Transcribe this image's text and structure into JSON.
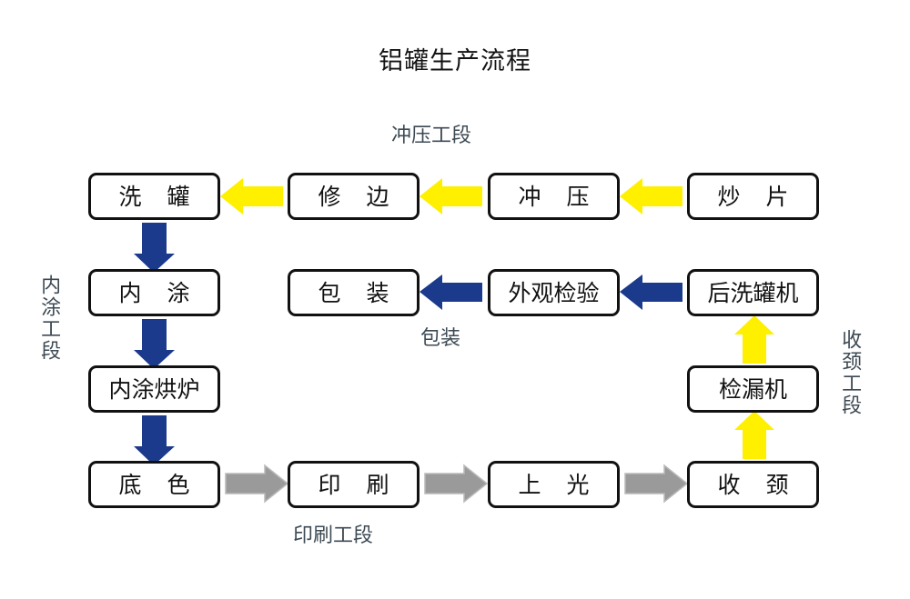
{
  "title": "铝罐生产流程",
  "colors": {
    "box_border": "#111111",
    "box_fill": "#ffffff",
    "arrow_yellow": "#FFF000",
    "arrow_blue": "#1B3A8C",
    "arrow_gray": "#9A9A9A",
    "caption_text": "#3d4a54",
    "background": "#ffffff"
  },
  "captions": {
    "stamping": "冲压工段",
    "packaging": "包装",
    "printing": "印刷工段",
    "inner_coating": "内涂工段",
    "necking": "收颈工段"
  },
  "nodes": [
    {
      "id": "xiguan",
      "label": "洗 罐",
      "row": 1,
      "col": 1
    },
    {
      "id": "xiubian",
      "label": "修 边",
      "row": 1,
      "col": 2
    },
    {
      "id": "chongya",
      "label": "冲 压",
      "row": 1,
      "col": 3
    },
    {
      "id": "chaopian",
      "label": "炒 片",
      "row": 1,
      "col": 4
    },
    {
      "id": "neitu",
      "label": "内 涂",
      "row": 2,
      "col": 1
    },
    {
      "id": "baozhuang",
      "label": "包 装",
      "row": 2,
      "col": 2
    },
    {
      "id": "waiguanjianyan",
      "label": "外观检验",
      "row": 2,
      "col": 3
    },
    {
      "id": "houxiguanji",
      "label": "后洗罐机",
      "row": 2,
      "col": 4
    },
    {
      "id": "neituhonglu",
      "label": "内涂烘炉",
      "row": 3,
      "col": 1
    },
    {
      "id": "jianlouji",
      "label": "检漏机",
      "row": 3,
      "col": 4
    },
    {
      "id": "dise",
      "label": "底 色",
      "row": 4,
      "col": 1
    },
    {
      "id": "yinshua",
      "label": "印 刷",
      "row": 4,
      "col": 2
    },
    {
      "id": "shangguang",
      "label": "上 光",
      "row": 4,
      "col": 3
    },
    {
      "id": "shoujing",
      "label": "收 颈",
      "row": 4,
      "col": 4
    }
  ],
  "flow": [
    {
      "from": "chaopian",
      "to": "chongya",
      "color": "yellow",
      "direction": "left"
    },
    {
      "from": "chongya",
      "to": "xiubian",
      "color": "yellow",
      "direction": "left"
    },
    {
      "from": "xiubian",
      "to": "xiguan",
      "color": "yellow",
      "direction": "left"
    },
    {
      "from": "xiguan",
      "to": "neitu",
      "color": "blue",
      "direction": "down"
    },
    {
      "from": "neitu",
      "to": "neituhonglu",
      "color": "blue",
      "direction": "down"
    },
    {
      "from": "neituhonglu",
      "to": "dise",
      "color": "blue",
      "direction": "down"
    },
    {
      "from": "dise",
      "to": "yinshua",
      "color": "gray",
      "direction": "right"
    },
    {
      "from": "yinshua",
      "to": "shangguang",
      "color": "gray",
      "direction": "right"
    },
    {
      "from": "shangguang",
      "to": "shoujing",
      "color": "gray",
      "direction": "right"
    },
    {
      "from": "shoujing",
      "to": "jianlouji",
      "color": "yellow",
      "direction": "up"
    },
    {
      "from": "jianlouji",
      "to": "houxiguanji",
      "color": "yellow",
      "direction": "up"
    },
    {
      "from": "houxiguanji",
      "to": "waiguanjianyan",
      "color": "blue",
      "direction": "left"
    },
    {
      "from": "waiguanjianyan",
      "to": "baozhuang",
      "color": "blue",
      "direction": "left"
    }
  ]
}
